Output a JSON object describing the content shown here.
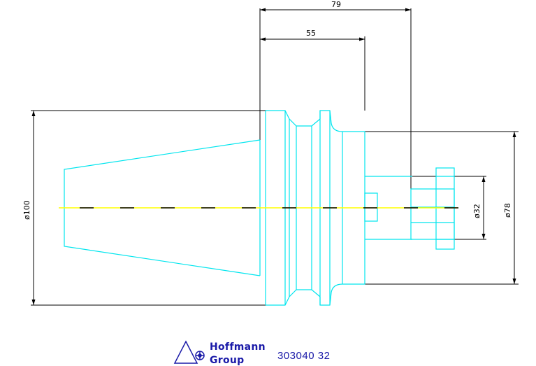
{
  "dimensions": {
    "length_total": "79",
    "length_flange": "55",
    "dia_body": "ø100",
    "dia_bore": "ø32",
    "dia_collar": "ø78"
  },
  "logo": {
    "line1": "Hoffmann",
    "line2": "Group"
  },
  "part_number": "303040 32",
  "colors": {
    "outline": "#00e5ee",
    "centerline_yellow": "#ffff00",
    "dimension": "#000000",
    "logo": "#1a1aa8"
  }
}
